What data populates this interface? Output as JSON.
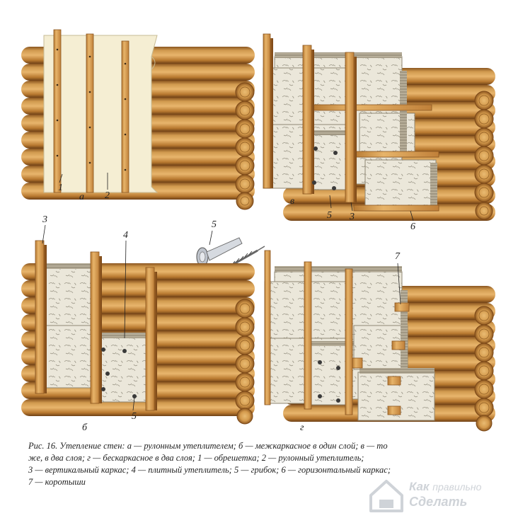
{
  "panels": {
    "a": {
      "letter": "а",
      "labels": [
        "1",
        "2"
      ]
    },
    "b": {
      "letter": "б",
      "labels": [
        "3",
        "4",
        "5"
      ]
    },
    "v": {
      "letter": "в",
      "labels": [
        "5",
        "3",
        "6"
      ]
    },
    "g": {
      "letter": "г",
      "labels": [
        "7"
      ]
    }
  },
  "fastener_label": "5",
  "caption": {
    "lines": [
      "Рис. 16. Утепление стен: а — рулонным утеплителем; б — межкаркасное в один слой; в — то",
      "же, в два слоя; г — бескаркасное в два слоя; 1 — обрешетка; 2 — рулонный утеплитель;",
      "3 — вертикальный каркас; 4 — плитный утеплитель; 5 — грибок; 6 — горизонтальный каркас;",
      "7 — коротыши"
    ]
  },
  "watermark": {
    "line1_a": "Как",
    "line1_b": "правильно",
    "line2": "Сделать"
  },
  "colors": {
    "log": "#c98a3a",
    "log_dark": "#8b5a22",
    "stud": "#d39b4e",
    "insulation": "#ece8dc",
    "roll": "#f6efd2"
  }
}
